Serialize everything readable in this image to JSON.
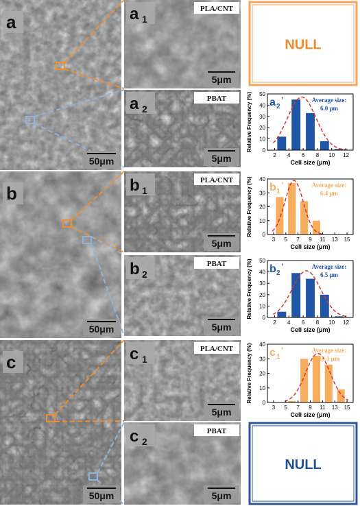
{
  "colors": {
    "orange": "#f28e2b",
    "blue": "#8fb4dd",
    "bar_blue": "#1f56a6",
    "bar_orange": "#f7ad5e",
    "fit_red": "#e0312a",
    "null_orange_border": "#f4a460",
    "null_orange_text": "#f08a2c",
    "null_blue_border": "#2d5595",
    "null_blue_text": "#1f4f95"
  },
  "rows": [
    {
      "overview": {
        "label": "a",
        "scale_bar": "50μm"
      },
      "zoom1": {
        "label": "a",
        "sub": "1",
        "tag": "PLA/CNT",
        "scale_bar": "5μm"
      },
      "zoom2": {
        "label": "a",
        "sub": "2",
        "tag": "PBAT",
        "scale_bar": "5μm"
      }
    },
    {
      "overview": {
        "label": "b",
        "scale_bar": "50μm"
      },
      "zoom1": {
        "label": "b",
        "sub": "1",
        "tag": "PLA/CNT",
        "scale_bar": "5μm"
      },
      "zoom2": {
        "label": "b",
        "sub": "2",
        "tag": "PBAT",
        "scale_bar": "5μm"
      }
    },
    {
      "overview": {
        "label": "c",
        "scale_bar": "50μm"
      },
      "zoom1": {
        "label": "c",
        "sub": "1",
        "tag": "PLA/CNT",
        "scale_bar": "5μm"
      },
      "zoom2": {
        "label": "c",
        "sub": "2",
        "tag": "PBAT",
        "scale_bar": "5μm"
      }
    }
  ],
  "null_panels": [
    {
      "text": "NULL",
      "theme": "orange"
    },
    {
      "text": "NULL",
      "theme": "blue"
    }
  ],
  "chart_data": [
    {
      "type": "bar",
      "panel_label": "a",
      "panel_sub": "2",
      "prime": "’",
      "color": "blue",
      "categories": [
        3,
        5,
        7,
        9,
        11
      ],
      "values": [
        12,
        45,
        33,
        8,
        1
      ],
      "fit": true,
      "annotation": [
        "Average size:",
        "6.0 μm"
      ],
      "xlabel": "Cell size (μm)",
      "ylabel": "Relative Frequency (%)",
      "xlim": [
        1,
        13
      ],
      "xticks": [
        2,
        4,
        6,
        8,
        10,
        12
      ],
      "ylim": [
        0,
        50
      ],
      "yticks": [
        0,
        10,
        20,
        30,
        40,
        50
      ]
    },
    {
      "type": "bar",
      "panel_label": "b",
      "panel_sub": "1",
      "prime": "’",
      "color": "orange",
      "categories": [
        4,
        6,
        8,
        10
      ],
      "values": [
        27,
        37,
        24,
        10
      ],
      "fit": true,
      "annotation": [
        "Average size:",
        "6.4 μm"
      ],
      "xlabel": "Cell size (μm)",
      "ylabel": "Relative Frequency (%)",
      "xlim": [
        2,
        16
      ],
      "xticks": [
        3,
        5,
        7,
        9,
        11,
        13,
        15
      ],
      "ylim": [
        0,
        40
      ],
      "yticks": [
        0,
        10,
        20,
        30,
        40
      ]
    },
    {
      "type": "bar",
      "panel_label": "b",
      "panel_sub": "2",
      "prime": "’",
      "color": "blue",
      "categories": [
        3,
        5,
        7,
        9,
        11
      ],
      "values": [
        5,
        39,
        34,
        20,
        1
      ],
      "fit": true,
      "annotation": [
        "Average size:",
        "6.5 μm"
      ],
      "xlabel": "Cell size (μm)",
      "ylabel": "Relative Frequency (%)",
      "xlim": [
        1,
        13
      ],
      "xticks": [
        2,
        4,
        6,
        8,
        10,
        12
      ],
      "ylim": [
        0,
        50
      ],
      "yticks": [
        0,
        10,
        20,
        30,
        40,
        50
      ]
    },
    {
      "type": "bar",
      "panel_label": "c",
      "panel_sub": "1",
      "prime": "’",
      "color": "orange",
      "categories": [
        6,
        8,
        10,
        12,
        14
      ],
      "values": [
        1,
        30,
        32,
        26,
        9
      ],
      "fit": true,
      "annotation": [
        "Average size:",
        "10.1 μm"
      ],
      "xlabel": "Cell size (μm)",
      "ylabel": "Relative Frequency (%)",
      "xlim": [
        2,
        16
      ],
      "xticks": [
        3,
        5,
        7,
        9,
        11,
        13,
        15
      ],
      "ylim": [
        0,
        40
      ],
      "yticks": [
        0,
        10,
        20,
        30,
        40
      ]
    }
  ]
}
